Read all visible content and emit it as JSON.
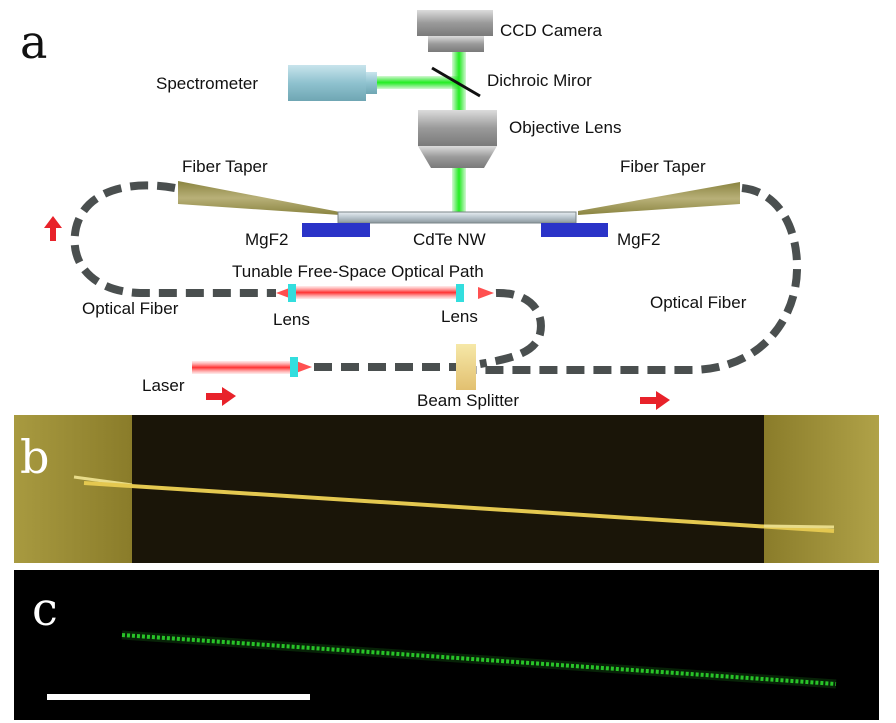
{
  "panels": {
    "a": "a",
    "b": "b",
    "c": "c"
  },
  "labels": {
    "ccd_camera": "CCD Camera",
    "spectrometer": "Spectrometer",
    "dichroic_mirror": "Dichroic Miror",
    "objective_lens": "Objective Lens",
    "fiber_taper_left": "Fiber Taper",
    "fiber_taper_right": "Fiber Taper",
    "mgf2_left": "MgF2",
    "mgf2_right": "MgF2",
    "cdte_nw": "CdTe NW",
    "free_space_path": "Tunable Free-Space Optical Path",
    "optical_fiber_left": "Optical Fiber",
    "optical_fiber_right": "Optical Fiber",
    "lens_left": "Lens",
    "lens_right": "Lens",
    "laser": "Laser",
    "beam_splitter": "Beam Splitter"
  },
  "colors": {
    "green_beam": "#22dd22",
    "red_beam": "#ff4040",
    "mgf2": "#2a33c8",
    "taper": "#a7a060",
    "lens": "#33dede",
    "fiber": "#4a4f4f",
    "arrow": "#e8222a",
    "splitter": "#f0d890",
    "optical_image_bg": "#1a1508",
    "fluorescence_bg": "#000000",
    "fluorescence": "#2ee02e"
  },
  "icons": [
    "up-arrow-icon",
    "right-arrow-icon",
    "right-arrow-icon"
  ]
}
